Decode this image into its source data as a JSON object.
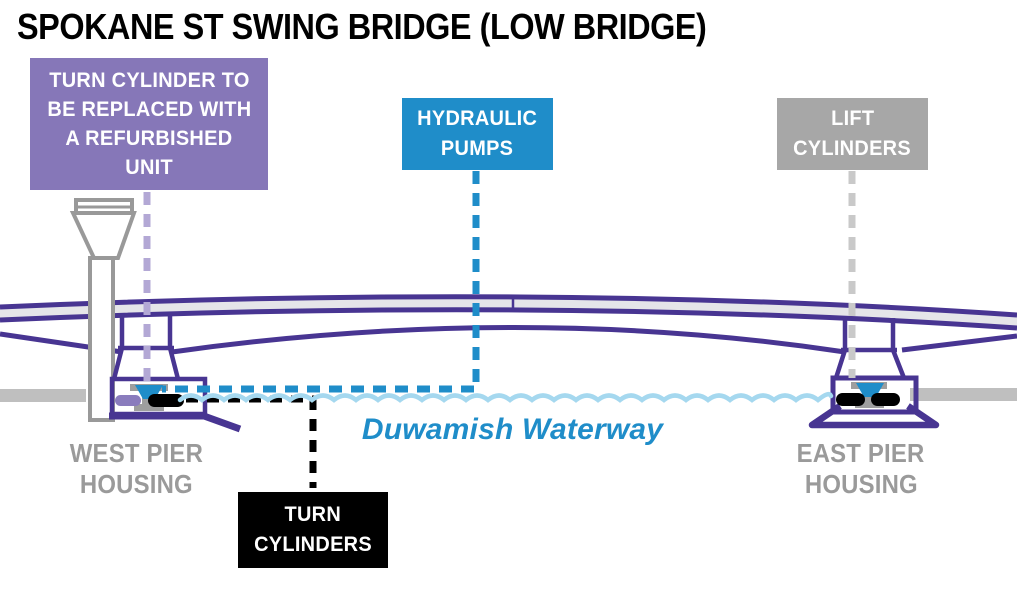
{
  "title": "SPOKANE ST SWING BRIDGE (LOW BRIDGE)",
  "callouts": {
    "turn_cylinder_note": {
      "lines": [
        "TURN CYLINDER TO",
        "BE REPLACED WITH",
        "A REFURBISHED",
        "UNIT"
      ]
    },
    "hydraulic_pumps": {
      "lines": [
        "HYDRAULIC",
        "PUMPS"
      ]
    },
    "lift_cylinders": {
      "lines": [
        "LIFT",
        "CYLINDERS"
      ]
    },
    "turn_cylinders": {
      "lines": [
        "TURN",
        "CYLINDERS"
      ]
    }
  },
  "labels": {
    "west_pier": {
      "lines": [
        "WEST PIER",
        "HOUSING"
      ]
    },
    "east_pier": {
      "lines": [
        "EAST PIER",
        "HOUSING"
      ]
    },
    "waterway": "Duwamish Waterway"
  },
  "colors": {
    "ink": "#000000",
    "bridge_purple": "#483592",
    "box_purple": "#8677b8",
    "pill_purple": "#8a7cbd",
    "dash_purple": "#b3a8d5",
    "accent_blue": "#1f8dc9",
    "water_blue": "#a5d8ef",
    "box_gray": "#a7a7a7",
    "tower_gray": "#999999",
    "pedestal_gray": "#9e9e9e",
    "ground_gray": "#bfbfbf",
    "dash_gray": "#c9c9c9",
    "label_gray": "#9a9a9a",
    "deck_gray": "#e5e5e9"
  }
}
